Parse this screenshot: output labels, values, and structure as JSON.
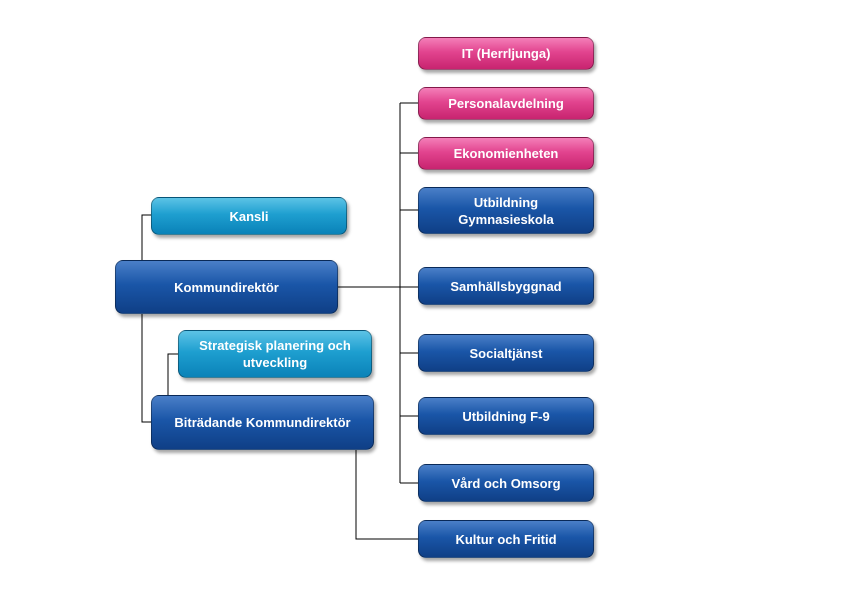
{
  "nodes": {
    "it": "IT (Herrljunga)",
    "personal": "Personalavdelning",
    "ekonomi": "Ekonomienheten",
    "gymnasie_line1": "Utbildning",
    "gymnasie_line2": "Gymnasieskola",
    "samhall": "Samhällsbyggnad",
    "social": "Socialtjänst",
    "f9": "Utbildning F-9",
    "vard": "Vård och Omsorg",
    "kultur": "Kultur och Fritid",
    "kansli": "Kansli",
    "kommundirektor": "Kommundirektör",
    "strategisk_line1": "Strategisk planering och",
    "strategisk_line2": "utveckling",
    "bitradande": "Biträdande Kommundirektör"
  },
  "colors": {
    "pink": "#e2448f",
    "dark_blue": "#1a56a8",
    "light_blue": "#1e9fd0",
    "connector": "#000000"
  }
}
